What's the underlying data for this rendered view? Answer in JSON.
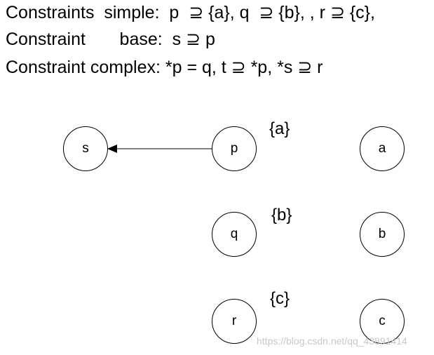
{
  "constraints": {
    "simple": "Constraints  simple:  p  ⊇ {a}, q  ⊇ {b}, , r ⊇ {c},",
    "base": "Constraint       base:  s ⊇ p",
    "complex": "Constraint complex: *p = q, t ⊇ *p, *s ⊇ r"
  },
  "nodes": {
    "s": "s",
    "p": "p",
    "q": "q",
    "r": "r",
    "a": "a",
    "b": "b",
    "c": "c"
  },
  "sets": {
    "p": "{a}",
    "q": "{b}",
    "r": "{c}"
  },
  "edges": [
    {
      "from": "p",
      "to": "s"
    }
  ],
  "watermark": "https://blog.csdn.net/qq_43891414"
}
